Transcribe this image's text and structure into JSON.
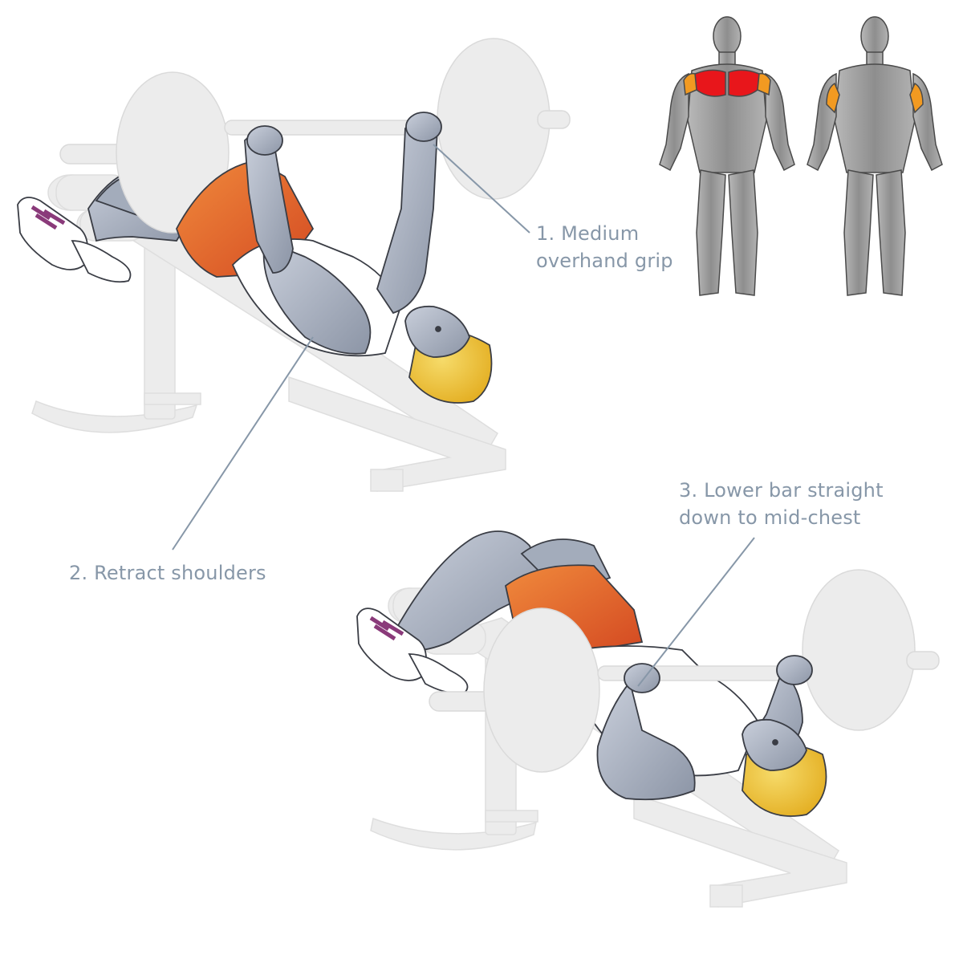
{
  "colors": {
    "equipment": "#ececec",
    "equipment_edge": "#dcdcdc",
    "skin": "#b4bccb",
    "skin_shadow": "#7f8899",
    "shorts": "#e2632a",
    "shirt": "#ffffff",
    "hair": "#f0c93a",
    "shoe_accent": "#8a3a7a",
    "leader_line": "#8797a8",
    "label_text": "#8797a8",
    "muscle_body": "#9d9d9d",
    "muscle_primary": "#e8161b",
    "muscle_secondary": "#f29a21"
  },
  "annotations": [
    {
      "id": "grip",
      "lines": [
        "1. Medium",
        "overhand grip"
      ]
    },
    {
      "id": "shoulders",
      "lines": [
        "2. Retract shoulders"
      ]
    },
    {
      "id": "lower",
      "lines": [
        "3. Lower bar straight",
        "down to mid-chest"
      ]
    }
  ],
  "muscle_map": {
    "front_view": {
      "primary": "chest",
      "secondary": "front-deltoids"
    },
    "back_view": {
      "secondary": "triceps"
    }
  }
}
